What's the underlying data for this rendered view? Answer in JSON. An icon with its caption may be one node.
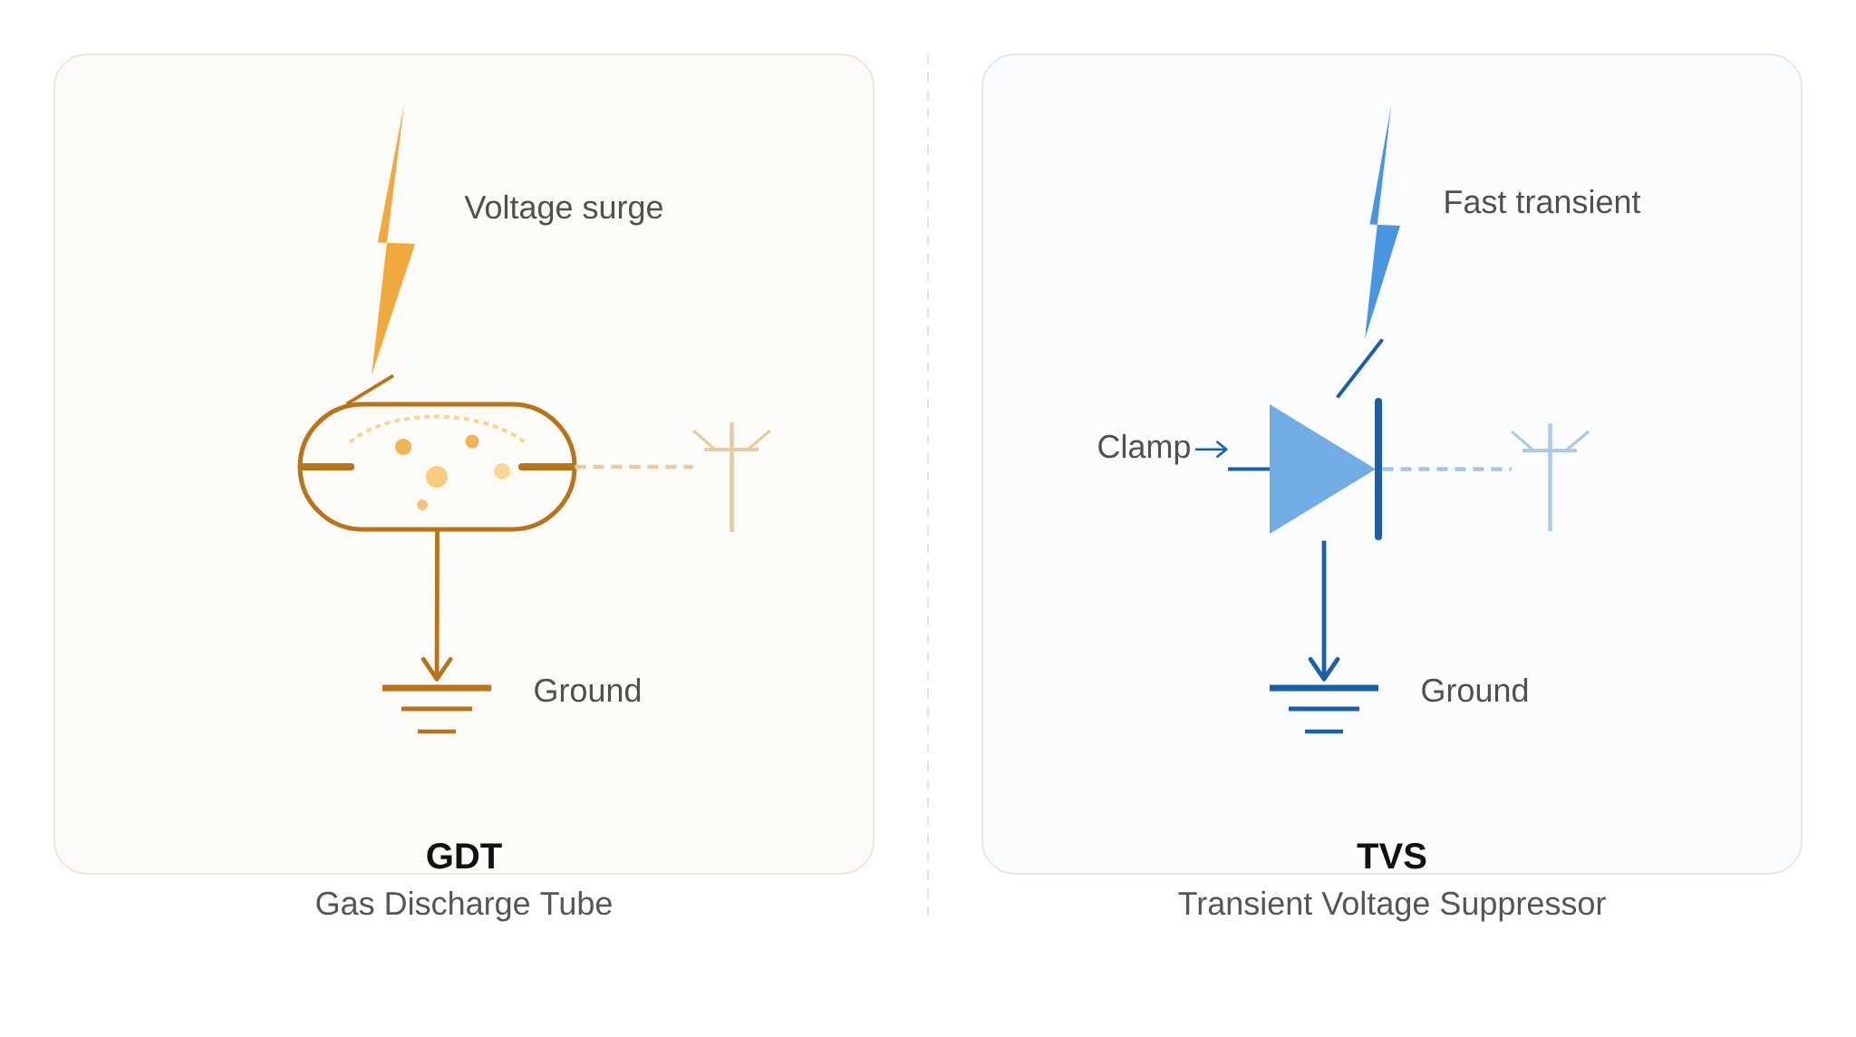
{
  "diagram": {
    "nodes": [
      {
        "text": [
          "GDT",
          "Gas Discharge Tube"
        ]
      },
      {
        "text": [],
        "shape": "lightning",
        "beside": [
          "Voltage surge"
        ],
        "in": 0
      },
      {
        "text": [],
        "shape": "capsule",
        "in": 0
      },
      {
        "text": [],
        "shape": "antenna",
        "in": 0
      },
      {
        "text": [],
        "shape": "ground",
        "beside": [
          "Ground"
        ],
        "in": 0
      },
      {
        "text": [
          "TVS",
          "Transient Voltage Suppressor"
        ]
      },
      {
        "text": [],
        "shape": "lightning",
        "beside": [
          "Fast transient"
        ],
        "in": 5
      },
      {
        "text": [
          "Clamp"
        ],
        "in": 5
      },
      {
        "text": [],
        "shape": "diode",
        "in": 5
      },
      {
        "text": [],
        "shape": "antenna",
        "in": 5
      },
      {
        "text": [],
        "shape": "ground",
        "beside": [
          "Ground"
        ],
        "in": 5
      }
    ],
    "edges": [
      {
        "from": 1,
        "to": 2,
        "arrow": "none",
        "color": "#b8741a"
      },
      {
        "from": 2,
        "to": 4,
        "arrow": "to",
        "color": "#b8741a"
      },
      {
        "from": 2,
        "to": 3,
        "arrow": "none",
        "style": "dashed",
        "color": "#e6caa0"
      },
      {
        "from": 6,
        "to": 8,
        "arrow": "none",
        "color": "#1b5fa8"
      },
      {
        "from": 7,
        "to": 8,
        "arrow": "to",
        "color": "#1b5fa8"
      },
      {
        "from": 8,
        "to": 10,
        "arrow": "to",
        "color": "#1b5fa8"
      },
      {
        "from": 8,
        "to": 9,
        "arrow": "none",
        "style": "dashed",
        "color": "#a6c4e4"
      }
    ]
  }
}
